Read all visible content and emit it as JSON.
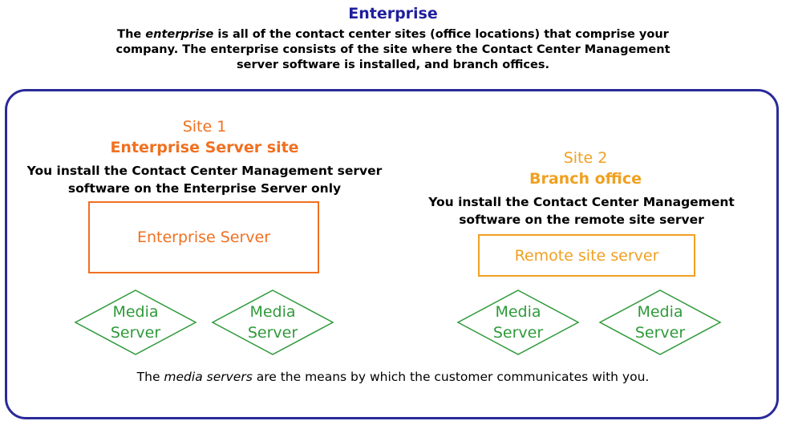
{
  "colors": {
    "title": "#1f1f9e",
    "frame": "#2a2a9a",
    "site1": "#f07020",
    "site2": "#f0a020",
    "media": "#2e9a3a",
    "text": "#000000"
  },
  "header": {
    "title": "Enterprise",
    "intro": {
      "pre": "The ",
      "em": "enterprise",
      "rest": " is all of the contact center sites (office locations) that comprise your company. The enterprise consists of the site where the Contact Center Management server software is installed, and  branch offices."
    }
  },
  "site1": {
    "number": "Site 1",
    "name": "Enterprise Server site",
    "description": "You install the Contact Center Management server software on the Enterprise Server only",
    "server": "Enterprise Server",
    "media": [
      {
        "line1": "Media",
        "line2": "Server"
      },
      {
        "line1": "Media",
        "line2": "Server"
      }
    ]
  },
  "site2": {
    "number": "Site 2",
    "name": "Branch office",
    "description": "You install the Contact Center Management software on the remote site server",
    "server": "Remote site server",
    "media": [
      {
        "line1": "Media",
        "line2": "Server"
      },
      {
        "line1": "Media",
        "line2": "Server"
      }
    ]
  },
  "footer": {
    "pre": "The ",
    "em": "media servers",
    "rest": " are the means by which the customer communicates with you."
  }
}
